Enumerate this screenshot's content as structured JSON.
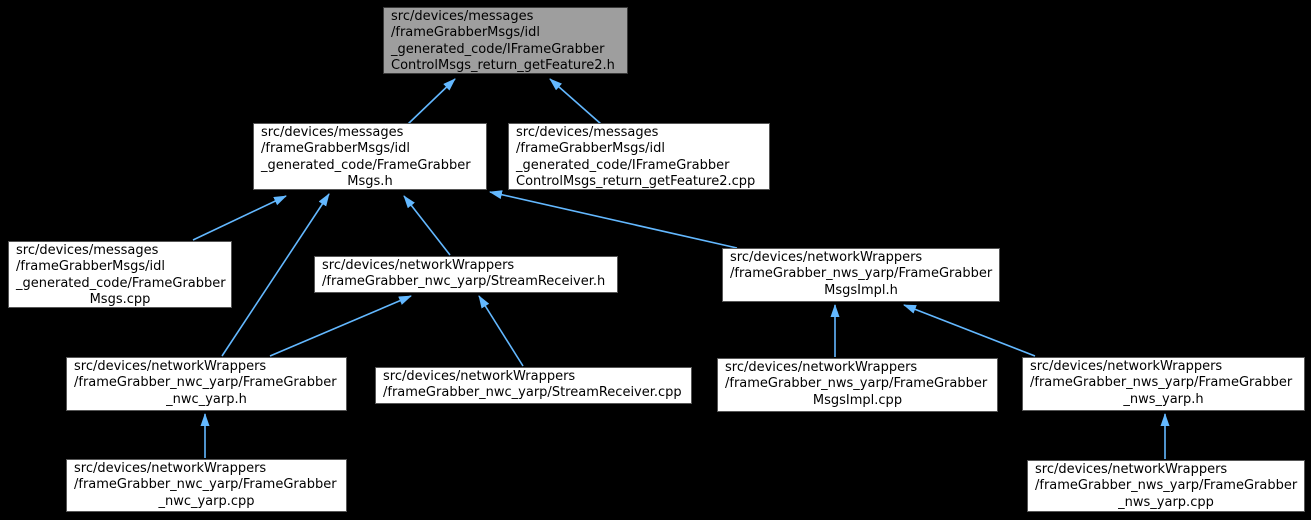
{
  "graph": {
    "type": "include-dependency-graph",
    "background_color": "#000000",
    "edge_color": "#63b8ff",
    "current_node_fill": "#9e9e9e",
    "node_fill": "#ffffff",
    "nodes": {
      "n-getfeature2-h": {
        "file": "src/devices/messages/frameGrabberMsgs/idl_generated_code/IFrameGrabberControlMsgs_return_getFeature2.h",
        "lines": [
          "src/devices/messages",
          "/frameGrabberMsgs/idl",
          "_generated_code/IFrameGrabber",
          "ControlMsgs_return_getFeature2.h"
        ],
        "current": true
      },
      "n-msgs-h": {
        "file": "src/devices/messages/frameGrabberMsgs/idl_generated_code/FrameGrabberMsgs.h",
        "lines": [
          "src/devices/messages",
          "/frameGrabberMsgs/idl",
          "_generated_code/FrameGrabber",
          "Msgs.h"
        ]
      },
      "n-getfeature2-cpp": {
        "file": "src/devices/messages/frameGrabberMsgs/idl_generated_code/IFrameGrabberControlMsgs_return_getFeature2.cpp",
        "lines": [
          "src/devices/messages",
          "/frameGrabberMsgs/idl",
          "_generated_code/IFrameGrabber",
          "ControlMsgs_return_getFeature2.cpp"
        ]
      },
      "n-msgs-cpp": {
        "file": "src/devices/messages/frameGrabberMsgs/idl_generated_code/FrameGrabberMsgs.cpp",
        "lines": [
          "src/devices/messages",
          "/frameGrabberMsgs/idl",
          "_generated_code/FrameGrabber",
          "Msgs.cpp"
        ]
      },
      "n-streamreceiver-h": {
        "file": "src/devices/networkWrappers/frameGrabber_nwc_yarp/StreamReceiver.h",
        "lines": [
          "src/devices/networkWrappers",
          "/frameGrabber_nwc_yarp/StreamReceiver.h"
        ]
      },
      "n-msgsimpl-h": {
        "file": "src/devices/networkWrappers/frameGrabber_nws_yarp/FrameGrabberMsgsImpl.h",
        "lines": [
          "src/devices/networkWrappers",
          "/frameGrabber_nws_yarp/FrameGrabber",
          "MsgsImpl.h"
        ]
      },
      "n-nwc-yarp-h": {
        "file": "src/devices/networkWrappers/frameGrabber_nwc_yarp/FrameGrabber_nwc_yarp.h",
        "lines": [
          "src/devices/networkWrappers",
          "/frameGrabber_nwc_yarp/FrameGrabber",
          "_nwc_yarp.h"
        ]
      },
      "n-streamreceiver-cpp": {
        "file": "src/devices/networkWrappers/frameGrabber_nwc_yarp/StreamReceiver.cpp",
        "lines": [
          "src/devices/networkWrappers",
          "/frameGrabber_nwc_yarp/StreamReceiver.cpp"
        ]
      },
      "n-msgsimpl-cpp": {
        "file": "src/devices/networkWrappers/frameGrabber_nws_yarp/FrameGrabberMsgsImpl.cpp",
        "lines": [
          "src/devices/networkWrappers",
          "/frameGrabber_nws_yarp/FrameGrabber",
          "MsgsImpl.cpp"
        ]
      },
      "n-nws-yarp-h": {
        "file": "src/devices/networkWrappers/frameGrabber_nws_yarp/FrameGrabber_nws_yarp.h",
        "lines": [
          "src/devices/networkWrappers",
          "/frameGrabber_nws_yarp/FrameGrabber",
          "_nws_yarp.h"
        ]
      },
      "n-nwc-yarp-cpp": {
        "file": "src/devices/networkWrappers/frameGrabber_nwc_yarp/FrameGrabber_nwc_yarp.cpp",
        "lines": [
          "src/devices/networkWrappers",
          "/frameGrabber_nwc_yarp/FrameGrabber",
          "_nwc_yarp.cpp"
        ]
      },
      "n-nws-yarp-cpp": {
        "file": "src/devices/networkWrappers/frameGrabber_nws_yarp/FrameGrabber_nws_yarp.cpp",
        "lines": [
          "src/devices/networkWrappers",
          "/frameGrabber_nws_yarp/FrameGrabber",
          "_nws_yarp.cpp"
        ]
      }
    },
    "edges": [
      {
        "from": "FrameGrabberMsgs.h",
        "to": "IFrameGrabberControlMsgs_return_getFeature2.h"
      },
      {
        "from": "IFrameGrabberControlMsgs_return_getFeature2.cpp",
        "to": "IFrameGrabberControlMsgs_return_getFeature2.h"
      },
      {
        "from": "FrameGrabberMsgs.cpp",
        "to": "FrameGrabberMsgs.h"
      },
      {
        "from": "FrameGrabber_nwc_yarp.h",
        "to": "FrameGrabberMsgs.h"
      },
      {
        "from": "StreamReceiver.h",
        "to": "FrameGrabberMsgs.h"
      },
      {
        "from": "FrameGrabberMsgsImpl.h",
        "to": "FrameGrabberMsgs.h"
      },
      {
        "from": "FrameGrabber_nwc_yarp.h",
        "to": "StreamReceiver.h"
      },
      {
        "from": "StreamReceiver.cpp",
        "to": "StreamReceiver.h"
      },
      {
        "from": "FrameGrabberMsgsImpl.cpp",
        "to": "FrameGrabberMsgsImpl.h"
      },
      {
        "from": "FrameGrabber_nws_yarp.h",
        "to": "FrameGrabberMsgsImpl.h"
      },
      {
        "from": "FrameGrabber_nwc_yarp.cpp",
        "to": "FrameGrabber_nwc_yarp.h"
      },
      {
        "from": "FrameGrabber_nws_yarp.cpp",
        "to": "FrameGrabber_nws_yarp.h"
      }
    ]
  }
}
